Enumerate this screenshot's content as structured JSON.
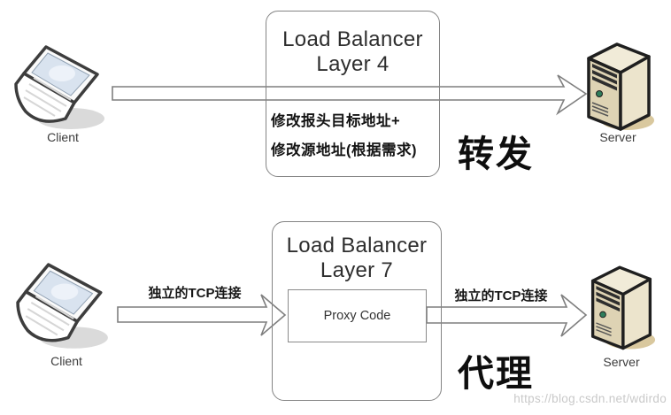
{
  "diagram_layer4": {
    "box_title_line1": "Load Balancer",
    "box_title_line2": "Layer 4",
    "note_line1": "修改报头目标地址+",
    "note_line2": "修改源地址(根据需求)",
    "big_label": "转发",
    "client_label": "Client",
    "server_label": "Server"
  },
  "diagram_layer7": {
    "box_title_line1": "Load Balancer",
    "box_title_line2": "Layer 7",
    "inner_box_label": "Proxy Code",
    "arrow_left_label": "独立的TCP连接",
    "arrow_right_label": "独立的TCP连接",
    "big_label": "代理",
    "client_label": "Client",
    "server_label": "Server"
  },
  "watermark": "https://blog.csdn.net/wdirdo",
  "colors": {
    "box_border": "#848484",
    "arrow_fill": "#ffffff",
    "arrow_border": "#7f7f7f",
    "server_front": "#ded3b4",
    "server_side": "#ece4cc",
    "server_top": "#f1ebd8",
    "server_shadow": "#d9c89e",
    "screen_blue": "#d9e3ef",
    "watermark_gray": "#c9c9c9"
  }
}
